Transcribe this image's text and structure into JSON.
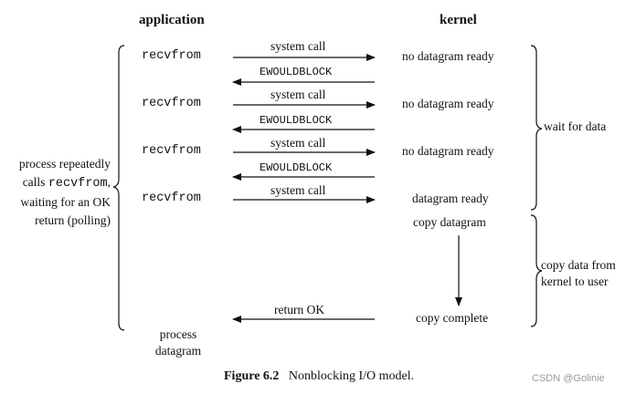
{
  "headers": {
    "application": "application",
    "kernel": "kernel"
  },
  "rows": [
    {
      "app": "recvfrom",
      "call": "system call",
      "kernel": "no datagram ready",
      "reply": "EWOULDBLOCK"
    },
    {
      "app": "recvfrom",
      "call": "system call",
      "kernel": "no datagram ready",
      "reply": "EWOULDBLOCK"
    },
    {
      "app": "recvfrom",
      "call": "system call",
      "kernel": "no datagram ready",
      "reply": "EWOULDBLOCK"
    },
    {
      "app": "recvfrom",
      "call": "system call",
      "kernel": "datagram ready"
    }
  ],
  "copy_datagram": "copy datagram",
  "copy_complete": "copy complete",
  "return_ok": "return OK",
  "process_datagram": [
    "process",
    "datagram"
  ],
  "left_note": {
    "line1": "process repeatedly",
    "line2_prefix": "calls ",
    "line2_code": "recvfrom",
    "line2_suffix": ",",
    "line3": "waiting for an OK",
    "line4": "return (polling)"
  },
  "right_notes": {
    "wait": "wait for data",
    "copy": [
      "copy data from",
      "kernel to user"
    ]
  },
  "caption": {
    "label": "Figure 6.2",
    "text": "Nonblocking I/O model."
  },
  "watermark": "CSDN @Golinie"
}
